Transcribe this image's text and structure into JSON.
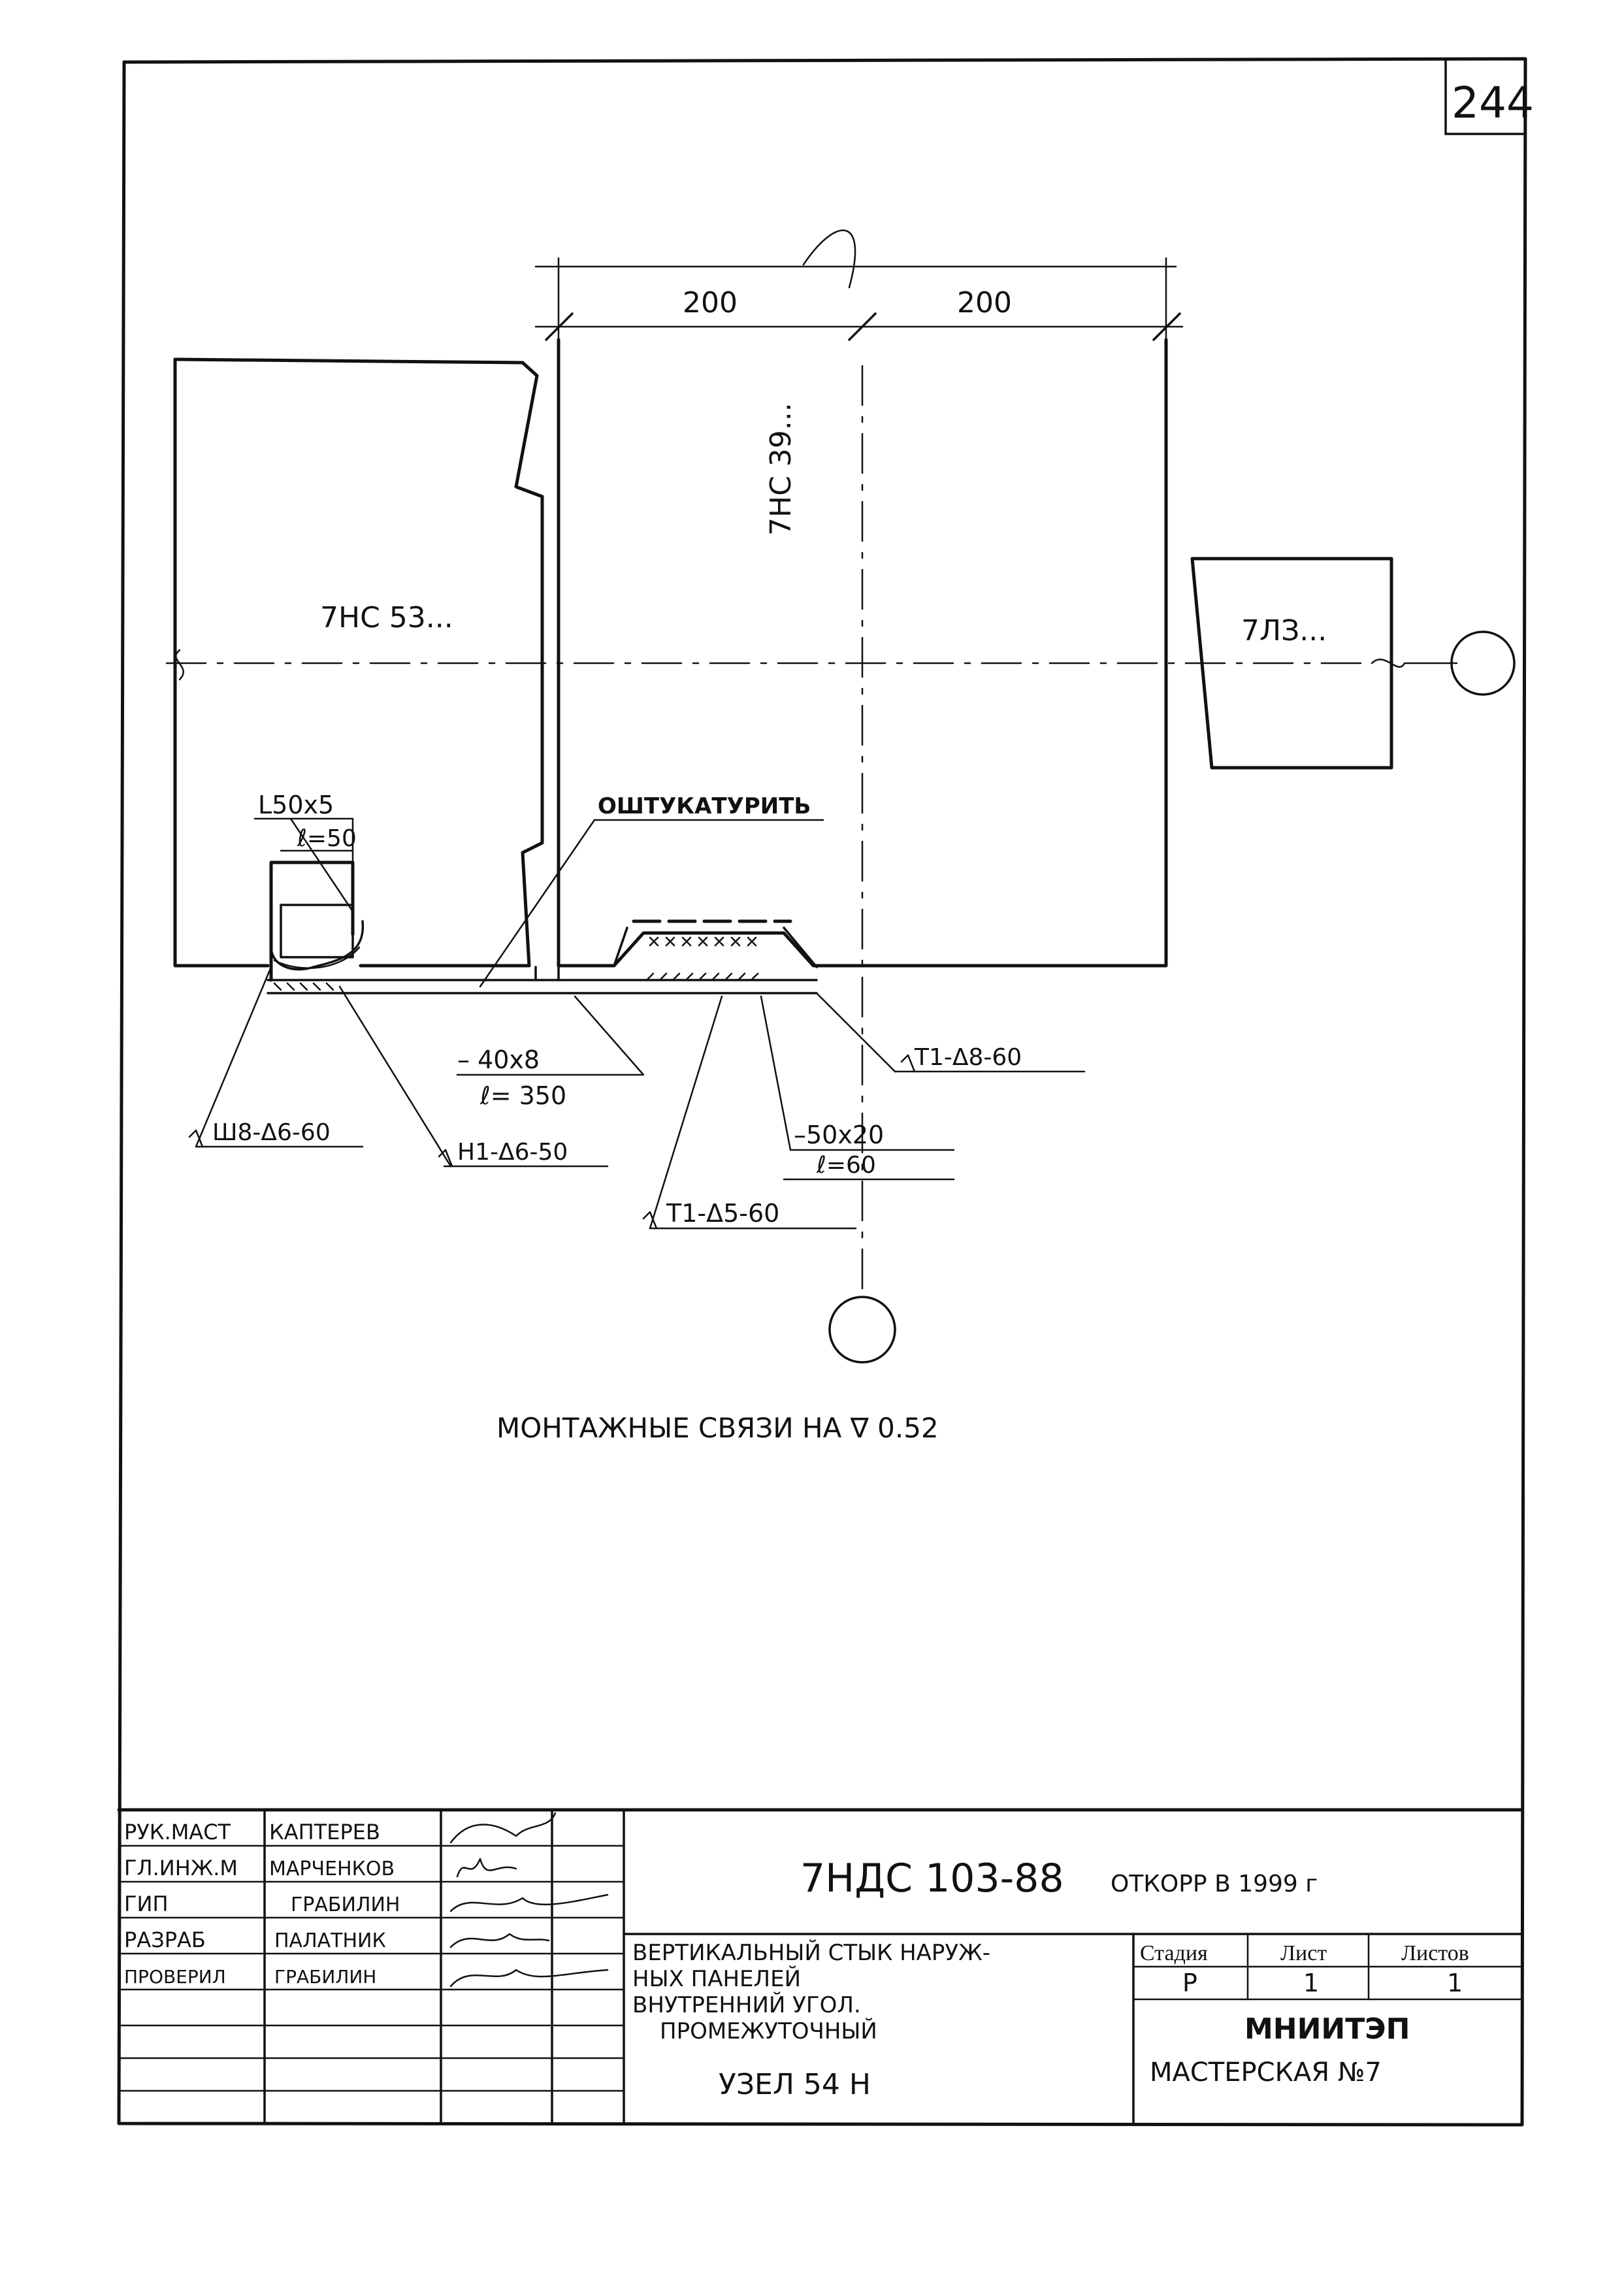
{
  "sheet_number": "244",
  "dimensions": {
    "left": "200",
    "right": "200"
  },
  "panels": {
    "center": "7НС 39...",
    "left": "7НС 53...",
    "right": "7ЛЗ..."
  },
  "callouts": {
    "angle_profile": "L50x5",
    "angle_length": "ℓ=50",
    "plaster_note": "ОШТУКАТУРИТЬ",
    "plate_a": "– 40x8",
    "plate_a_length": "ℓ= 350",
    "weld_left": "Ш8-Δ6-60",
    "weld_mid": "Н1-Δ6-50",
    "weld_right": "Т1-Δ8-60",
    "plate_b": "–50x20",
    "plate_b_length": "ℓ=60",
    "weld_bottom": "Т1-Δ5-60"
  },
  "caption": "МОНТАЖНЫЕ СВЯЗИ  НА ∇ 0.52",
  "title_block": {
    "roles": [
      "РУК.МАСТ",
      "ГЛ.ИНЖ.М",
      "ГИП",
      "РАЗРАБ",
      "ПРОВЕРИЛ"
    ],
    "names": [
      "КАПТЕРЕВ",
      "МАРЧЕНКОВ",
      "ГРАБИЛИН",
      "ПАЛАТНИК",
      "ГРАБИЛИН"
    ],
    "document_code": "7НДС 103-88",
    "correction_note": "ОТКОРР В 1999 г",
    "title_lines": [
      "ВЕРТИКАЛЬНЫЙ СТЫК НАРУЖ-",
      "НЫХ ПАНЕЛЕЙ",
      "ВНУТРЕННИЙ УГОЛ.",
      "ПРОМЕЖУТОЧНЫЙ"
    ],
    "node": "УЗЕЛ 54 Н",
    "stage_header": "Стадия",
    "sheet_header": "Лист",
    "sheets_header": "Листов",
    "stage": "Р",
    "sheet": "1",
    "sheets": "1",
    "organization": "МНИИТЭП",
    "workshop": "МАСТЕРСКАЯ №7"
  }
}
